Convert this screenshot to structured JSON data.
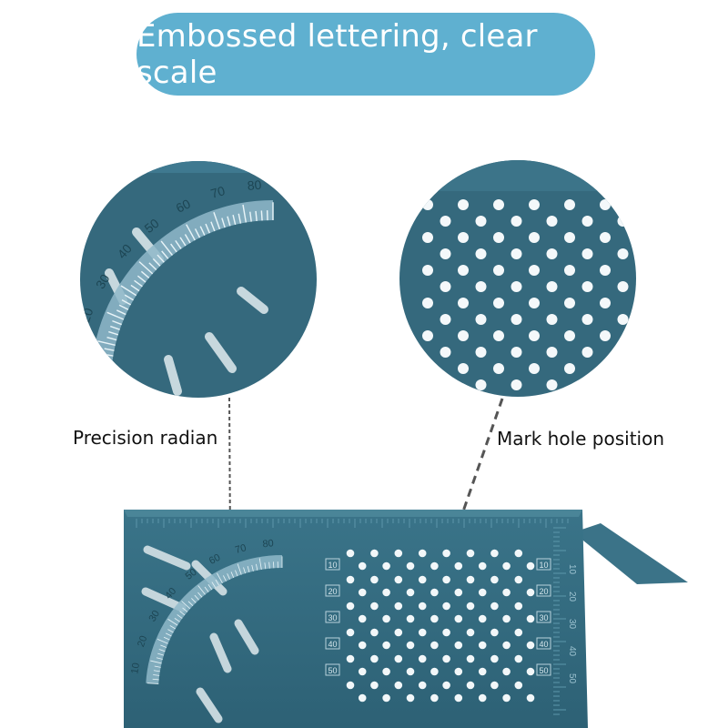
{
  "banner": {
    "text": "Embossed lettering, clear scale"
  },
  "callouts": {
    "left": "Precision radian",
    "right": "Mark hole position"
  },
  "ruler": {
    "arc_numbers": [
      "10",
      "20",
      "30",
      "40",
      "50",
      "60",
      "70",
      "80"
    ],
    "hole_row_labels": [
      "10",
      "20",
      "30",
      "40",
      "50"
    ],
    "edge_scale_numbers": [
      "10",
      "20",
      "30",
      "40",
      "50"
    ]
  },
  "colors": {
    "banner": "#5fb0d0",
    "ruler_teal": "#33697e",
    "ruler_light": "#4b8499",
    "ruler_dark": "#24525f",
    "arc_insert": "#8fb9c9"
  }
}
